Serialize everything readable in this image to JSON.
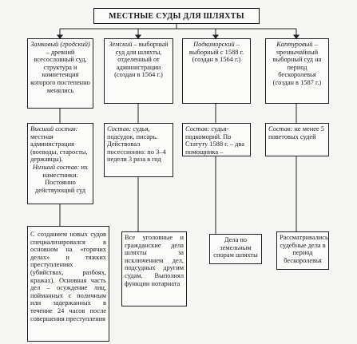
{
  "title": "МЕСТНЫЕ СУДЫ ДЛЯ ШЛЯХТЫ",
  "row1": [
    {
      "name": "Замковый (гродский)",
      "text": " – древний всесословный суд, структура и компетенция которого постепенно менялись"
    },
    {
      "name": "Земский",
      "text": " – выборный суд для шляхты, отделенный от администрации (создан в 1564 г.)"
    },
    {
      "name": "Подкоморский",
      "text": " – выборный с 1588 г. (создан в 1564 г.)"
    },
    {
      "name": "Каптуровый",
      "text": " – чрезвычайный выборный суд на период бескоролевья (создан в 1587 г.)"
    }
  ],
  "row2": [
    {
      "label1": "Высший состав:",
      "text1": " местная администрация (воеводы, старосты, державцы).",
      "label2": "Низший состав:",
      "text2": " их наместники. Постоянно действующий суд"
    },
    {
      "label1": "Состав:",
      "text1": " судья, подсудок, писарь. Действовал посессионно: по 3–4 недели 3 раза в год"
    },
    {
      "label1": "Состав:",
      "text1": " судья-подкоморий. По Статуту 1588 г. – два помощника – коморники"
    },
    {
      "label1": "Состав:",
      "text1": " не менее 5 поветовых судей"
    }
  ],
  "row3": [
    "С созданием новых судов специализировался в основном на «горячих делах» и тяжких преступлениях (убийствах, разбоях, кражах). Основная часть дел – осуждение лиц, пойманных с поличным или задержанных в течение 24 часов после совершения преступления",
    "Все уголовные и гражданские дела шляхты за исключением дел, подсудных другим судам. Выполнял функции нотариата",
    "Дела по земельным спорам шляхты",
    "Рассматривались судебные дела в период бескоролевья"
  ]
}
